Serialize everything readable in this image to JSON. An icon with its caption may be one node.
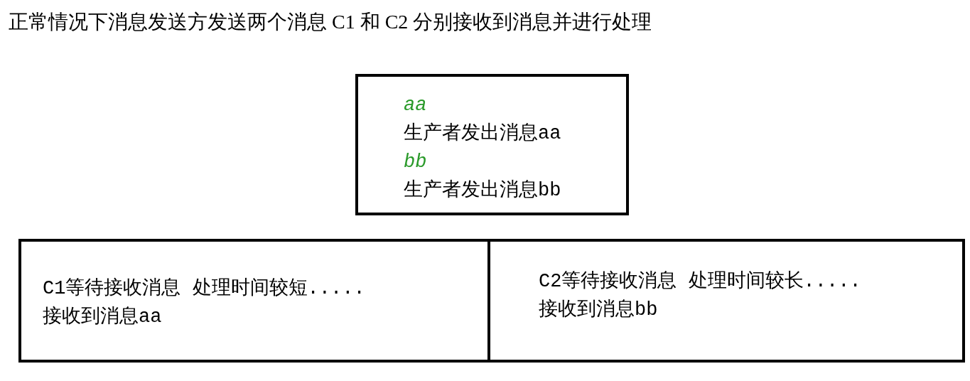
{
  "diagram": {
    "title": "正常情况下消息发送方发送两个消息 C1 和 C2 分别接收到消息并进行处理",
    "nodes": [
      {
        "text": [
          "aa",
          "生产者发出消息aa",
          "bb",
          "生产者发出消息bb"
        ]
      },
      {
        "text": [
          "C1等待接收消息 处理时间较短.....",
          "接收到消息aa"
        ]
      },
      {
        "text": [
          "C2等待接收消息 处理时间较长.....",
          "接收到消息bb"
        ]
      }
    ],
    "edges": []
  }
}
